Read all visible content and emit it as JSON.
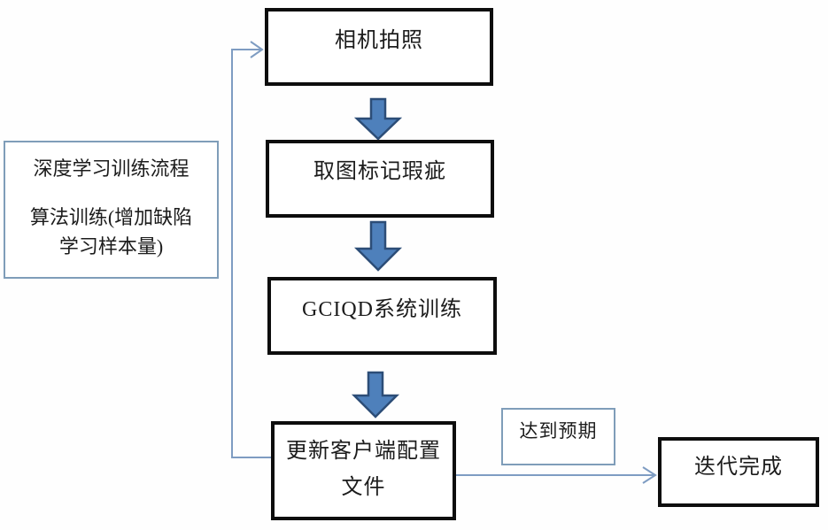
{
  "flowchart": {
    "nodes": {
      "camera": {
        "label": "相机拍照"
      },
      "mark_defects": {
        "label": "取图标记瑕疵"
      },
      "system_training": {
        "label": "GCIQD系统训练"
      },
      "update_config": {
        "line1": "更新客户端配置",
        "line2": "文件"
      },
      "side_note": {
        "line1": "深度学习训练流程",
        "line2": "算法训练(增加缺陷",
        "line3": "学习样本量)"
      },
      "expected": {
        "label": "达到预期"
      },
      "done": {
        "label": "迭代完成"
      }
    },
    "connectors": {
      "feedback_loop": "更新客户端配置文件 → 相机拍照",
      "update_to_done": "更新客户端配置文件 → 迭代完成"
    },
    "colors": {
      "thick_box_border": "#0d0d0d",
      "thin_box_border": "#7f9db9",
      "connector_line": "#7e9cc2",
      "block_arrow_fill": "#4e80bb",
      "block_arrow_stroke": "#2c4d77",
      "text": "#1c1c1c",
      "background": "#fefefe"
    }
  }
}
